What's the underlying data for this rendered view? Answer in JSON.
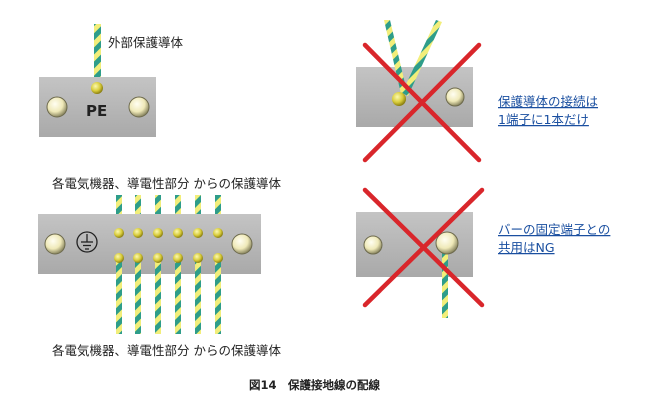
{
  "labels": {
    "external_conductor": "外部保護導体",
    "pe_mark": "PE",
    "top_bus_label": "各電気機器、導電性部分 からの保護導体",
    "bottom_bus_label": "各電気機器、導電性部分 からの保護導体",
    "ng_one_terminal_line1": "保護導体の接続は",
    "ng_one_terminal_line2": "1端子に1本だけ",
    "ng_fixed_terminal_line1": "バーの固定端子との",
    "ng_fixed_terminal_line2": "共用はNG",
    "caption": "図14　保護接地線の配線"
  },
  "colors": {
    "bar_fill": "#b4b4b4",
    "wire_green": "#2e9d8a",
    "wire_yellow": "#f2ee7a",
    "cross_red": "#d9262b",
    "note_blue": "#1a4fa0"
  }
}
